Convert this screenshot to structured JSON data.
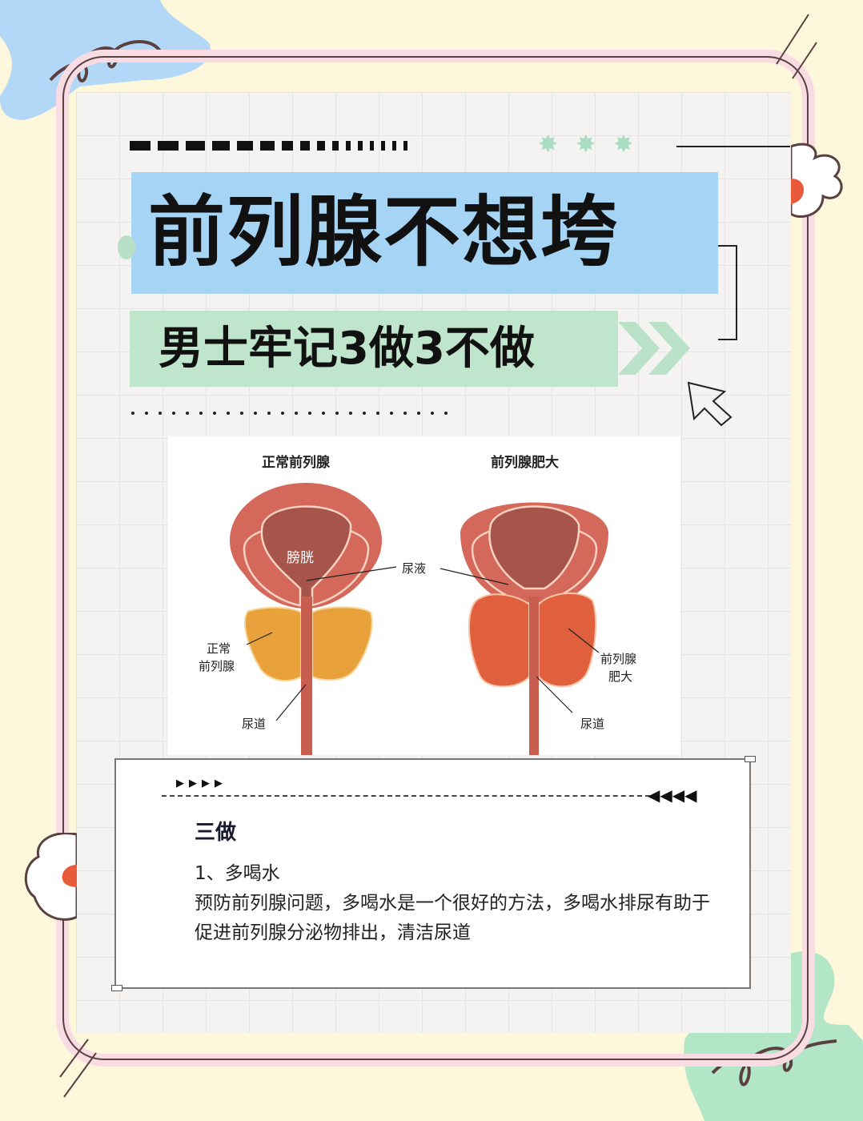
{
  "header": {
    "title": "前列腺不想垮",
    "subtitle": "男士牢记3做3不做"
  },
  "diagram": {
    "left_title": "正常前列腺",
    "right_title": "前列腺肥大",
    "labels": {
      "bladder": "膀胱",
      "urine": "尿液",
      "normal_prostate_line1": "正常",
      "normal_prostate_line2": "前列腺",
      "urethra_left": "尿道",
      "enlarged_line1": "前列腺",
      "enlarged_line2": "肥大",
      "urethra_right": "尿道"
    }
  },
  "card": {
    "heading": "三做",
    "item_title": "1、多喝水",
    "item_body": "预防前列腺问题，多喝水是一个很好的方法，多喝水排尿有助于促进前列腺分泌物排出，清洁尿道"
  },
  "colors": {
    "title_bg": "#a6d4f5",
    "subtitle_bg": "#bfe5cd",
    "frame_pink": "#f9dbe4",
    "background": "#fdf7dc",
    "blob_blue": "#b3d8f7",
    "blob_green": "#b3e6c6",
    "flower_dot": "#e85a3a"
  }
}
